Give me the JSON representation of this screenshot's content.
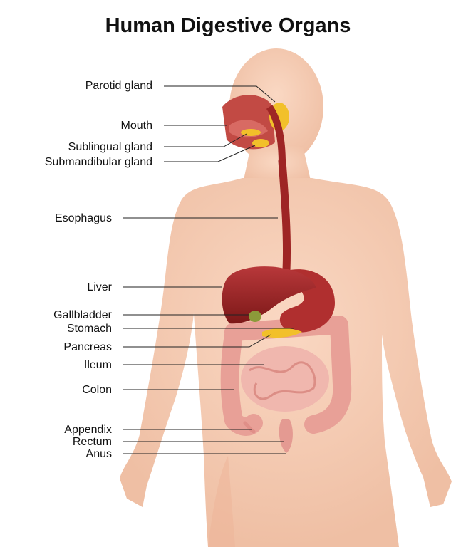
{
  "title": "Human Digestive Organs",
  "colors": {
    "skin": "#f7cdb4",
    "skin_shade": "#eeb497",
    "organ_dark": "#8f1f1f",
    "organ_mid": "#b02f2f",
    "gland": "#f2c02a",
    "gallbladder": "#8c9a3a",
    "intestine": "#f0b0a8",
    "colon": "#e8a097",
    "leader": "#222222"
  },
  "labels": [
    {
      "id": "parotid",
      "text": "Parotid gland"
    },
    {
      "id": "mouth",
      "text": "Mouth"
    },
    {
      "id": "sublingual",
      "text": "Sublingual gland"
    },
    {
      "id": "submandibular",
      "text": "Submandibular gland"
    },
    {
      "id": "esophagus",
      "text": "Esophagus"
    },
    {
      "id": "liver",
      "text": "Liver"
    },
    {
      "id": "gallbladder",
      "text": "Gallbladder"
    },
    {
      "id": "stomach",
      "text": "Stomach"
    },
    {
      "id": "pancreas",
      "text": "Pancreas"
    },
    {
      "id": "ileum",
      "text": "Ileum"
    },
    {
      "id": "colon",
      "text": "Colon"
    },
    {
      "id": "appendix",
      "text": "Appendix"
    },
    {
      "id": "rectum",
      "text": "Rectum"
    },
    {
      "id": "anus",
      "text": "Anus"
    }
  ]
}
